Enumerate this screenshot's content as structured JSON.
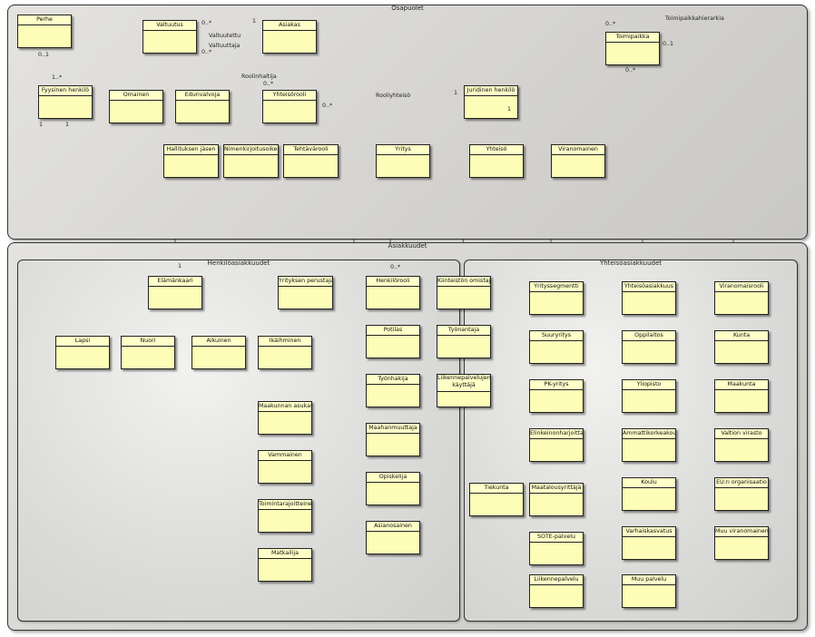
{
  "packages": {
    "osapuolet": "Osapuolet",
    "asiakkuudet": "Asiakkuudet",
    "henkiloasiakkuudet": "Henkilöasiakkuudet",
    "yhteisoasiakkuudet": "Yhteisöasiakkuudet"
  },
  "classes": {
    "perhe": "Perhe",
    "valtuutus": "Valtuutus",
    "asiakas": "Asiakas",
    "toimipaikka": "Toimipaikka",
    "fyysinen_henkilo": "Fyysinen henkilö",
    "omainen": "Omainen",
    "edunvalvoja": "Edunvalvoja",
    "yhteisorooli": "Yhteisörooli",
    "juridinen_henkilo": "Juridinen henkilö",
    "hallituksen_jasen": "Hallituksen jäsen",
    "nimenkirjoitusoikeus": "Nimenkirjoitusoikeus",
    "tehtavarooli": "Tehtävärooli",
    "yritys": "Yritys",
    "yhteiso": "Yhteisö",
    "viranomainen": "Viranomainen",
    "elamankaari": "Elämänkaari",
    "yrityksen_perustaja": "Yrityksen perustaja",
    "henkilorooli": "Henkilörooli",
    "kiinteiston_omistaja": "Kiinteistön omistaja",
    "lapsi": "Lapsi",
    "nuori": "Nuori",
    "aikuinen": "Aikuinen",
    "ikaihminen": "Ikäihminen",
    "potilas": "Potilas",
    "tyonantaja": "Työnantaja",
    "tyonhakija": "Työnhakija",
    "liikennepalvelujen_kayttaja": "Liikennepalvelujen käyttäjä",
    "maakunnan_asukas": "Maakunnan asukas",
    "maahanmuuttaja": "Maahanmuuttaja",
    "vammainen": "Vammainen",
    "opiskelija": "Opiskelija",
    "toimintarajoitteinen": "Toimintarajoitteinen",
    "asianosainen": "Asianosainen",
    "matkailija": "Matkailija",
    "yrityssegmentti": "Yrityssegmentti",
    "suuryritys": "Suuryritys",
    "pk_yritys": "PK-yritys",
    "elinkeinonharjoittaja": "Elinkeinonharjoittaja",
    "tiekunta": "Tiekunta",
    "maatalousyrittaja": "Maatalousyrittäjä",
    "sote_palvelu": "SOTE-palvelu",
    "liikennepalvelu": "Liikennepalvelu",
    "yhteisoasiakkuus": "Yhteisöasiakkuus",
    "oppilaitos": "Oppilaitos",
    "yliopisto": "Yliopisto",
    "ammattikorkeakoulu": "Ammattikorkeakoulu",
    "koulu": "Koulu",
    "varhaiskasvatus": "Varhaiskasvatus",
    "muu_palvelu": "Muu palvelu",
    "viranomaisrooli": "Viranomaisrooli",
    "kunta": "Kunta",
    "maakunta": "Maakunta",
    "valtion_virasto": "Valtion virasto",
    "eu_n_organisaatio": "EU:n organisaatio",
    "muu_viranomainen": "Muu viranomainen"
  },
  "labels": {
    "m_perhe": "0..1",
    "m_fyys_top": "1..*",
    "m_valtuutus_right": "0..*",
    "m_valtuutus_right2": "0..*",
    "valtuutettu": "Valtuutettu",
    "valtuuttaja": "Valtuuttaja",
    "m_asiakas_1": "1",
    "roolinhaltija": "Roolinhaltija",
    "m_roolinhaltija": "0..*",
    "m_yhteisorooli": "0..*",
    "rooliyhteiso": "Rooliyhteisö",
    "m_rooliyhteiso": "1",
    "m_jur_1": "1",
    "toimipaikkahierarkia": "Toimipaikkahierarkia",
    "m_toimi_top": "0..*",
    "m_toimi_right": "0..1",
    "m_toimi_bottom": "0..*",
    "m_fyys_left": "1",
    "m_fyys_right": "1",
    "m_elamankaari": "1",
    "m_henkilorooli": "0..*"
  }
}
